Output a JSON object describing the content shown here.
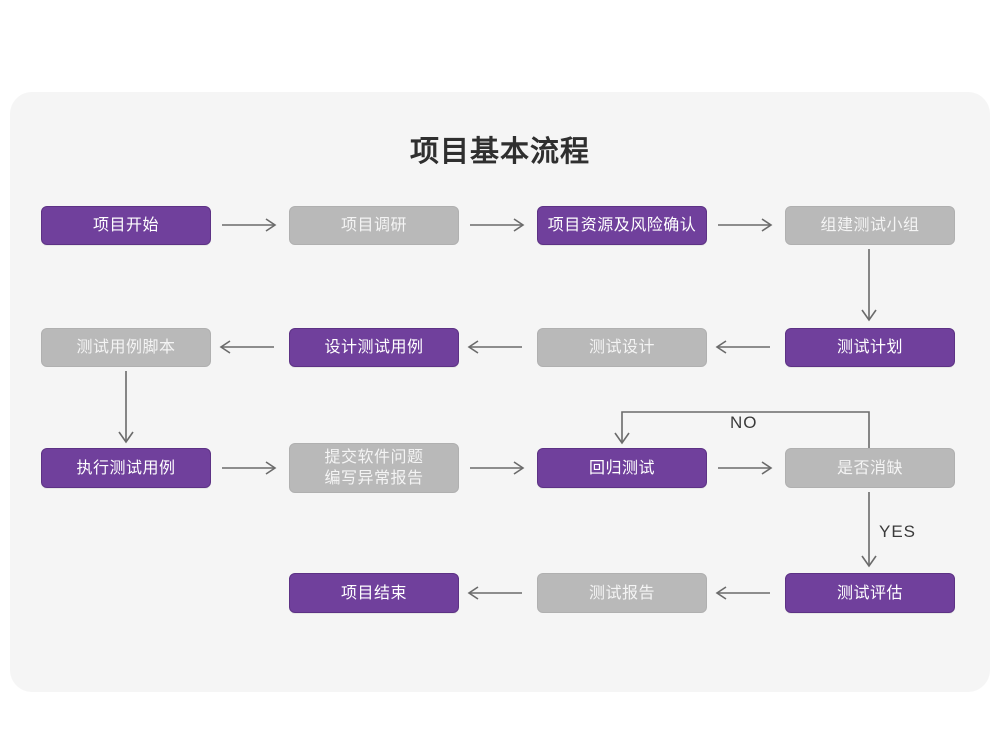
{
  "title": "项目基本流程",
  "canvas": {
    "background_color": "#f5f5f5",
    "page_background_color": "#ffffff"
  },
  "colors": {
    "purple": "#70409c",
    "purple_border": "#5d3285",
    "gray": "#b9b9b9",
    "gray_border": "#b0b0b0",
    "node_text": "#ffffff",
    "gray_node_text": "#f4f4f4",
    "connector": "#6b6b6b",
    "title_text": "#2f2f2f",
    "edge_label_text": "#3a3a3a"
  },
  "nodes": [
    {
      "id": "n1",
      "label": "项目开始",
      "style": "purple",
      "row": 1,
      "col": 1
    },
    {
      "id": "n2",
      "label": "项目调研",
      "style": "gray",
      "row": 1,
      "col": 2
    },
    {
      "id": "n3",
      "label": "项目资源及风险确认",
      "style": "purple",
      "row": 1,
      "col": 3
    },
    {
      "id": "n4",
      "label": "组建测试小组",
      "style": "gray",
      "row": 1,
      "col": 4
    },
    {
      "id": "n5",
      "label": "测试用例脚本",
      "style": "gray",
      "row": 2,
      "col": 1
    },
    {
      "id": "n6",
      "label": "设计测试用例",
      "style": "purple",
      "row": 2,
      "col": 2
    },
    {
      "id": "n7",
      "label": "测试设计",
      "style": "gray",
      "row": 2,
      "col": 3
    },
    {
      "id": "n8",
      "label": "测试计划",
      "style": "purple",
      "row": 2,
      "col": 4
    },
    {
      "id": "n9",
      "label": "执行测试用例",
      "style": "purple",
      "row": 3,
      "col": 1
    },
    {
      "id": "n10",
      "label": "提交软件问题\n编写异常报告",
      "style": "gray",
      "row": 3,
      "col": 2
    },
    {
      "id": "n11",
      "label": "回归测试",
      "style": "purple",
      "row": 3,
      "col": 3
    },
    {
      "id": "n12",
      "label": "是否消缺",
      "style": "gray",
      "row": 3,
      "col": 4
    },
    {
      "id": "n13",
      "label": "项目结束",
      "style": "purple",
      "row": 4,
      "col": 2
    },
    {
      "id": "n14",
      "label": "测试报告",
      "style": "gray",
      "row": 4,
      "col": 3
    },
    {
      "id": "n15",
      "label": "测试评估",
      "style": "purple",
      "row": 4,
      "col": 4
    }
  ],
  "edge_labels": {
    "no": "NO",
    "yes": "YES"
  },
  "connections": [
    {
      "from": "n1",
      "to": "n2",
      "direction": "right"
    },
    {
      "from": "n2",
      "to": "n3",
      "direction": "right"
    },
    {
      "from": "n3",
      "to": "n4",
      "direction": "right"
    },
    {
      "from": "n4",
      "to": "n8",
      "direction": "down"
    },
    {
      "from": "n8",
      "to": "n7",
      "direction": "left"
    },
    {
      "from": "n7",
      "to": "n6",
      "direction": "left"
    },
    {
      "from": "n6",
      "to": "n5",
      "direction": "left"
    },
    {
      "from": "n5",
      "to": "n9",
      "direction": "down"
    },
    {
      "from": "n9",
      "to": "n10",
      "direction": "right"
    },
    {
      "from": "n10",
      "to": "n11",
      "direction": "right"
    },
    {
      "from": "n11",
      "to": "n12",
      "direction": "right"
    },
    {
      "from": "n12",
      "to": "n11",
      "direction": "loop-back",
      "label": "NO"
    },
    {
      "from": "n12",
      "to": "n15",
      "direction": "down",
      "label": "YES"
    },
    {
      "from": "n15",
      "to": "n14",
      "direction": "left"
    },
    {
      "from": "n14",
      "to": "n13",
      "direction": "left"
    }
  ]
}
